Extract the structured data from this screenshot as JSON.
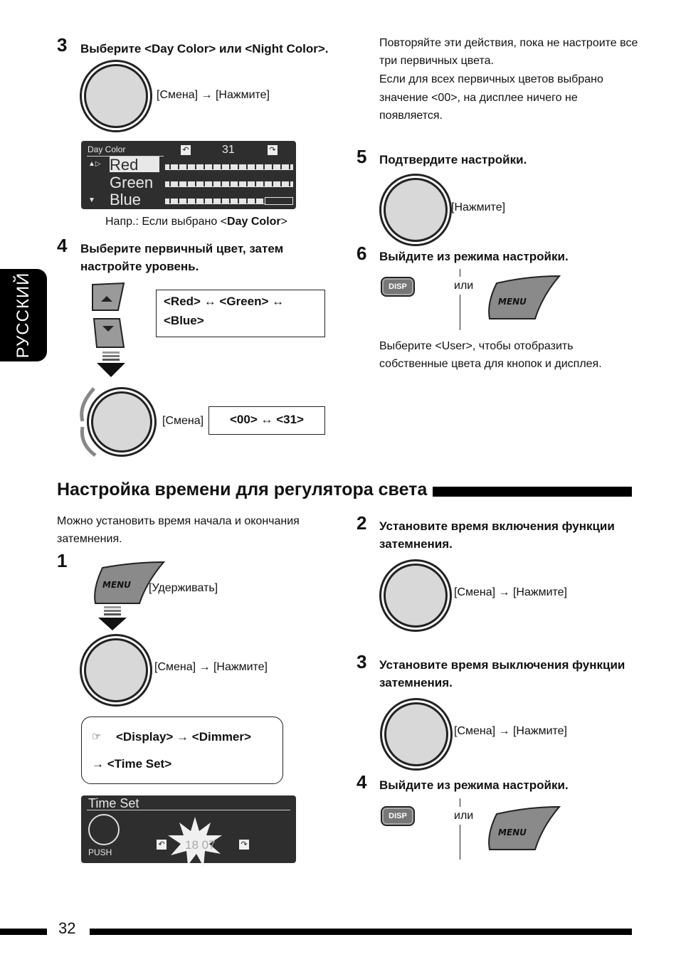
{
  "side_tab": "РУССКИЙ",
  "top_left": {
    "step3": {
      "num": "3",
      "title": "Выберите <Day Color> или <Night Color>."
    },
    "knob_label": "[Смена] → [Нажмите]",
    "lcd": {
      "mode": "Day Color",
      "value": "31",
      "rows": [
        "Red",
        "Green",
        "Blue"
      ]
    },
    "caption_prefix": "Напр.: Если выбрано <",
    "caption_bold": "Day Color",
    "caption_suffix": ">",
    "step4": {
      "num": "4",
      "title_line1": "Выберите первичный цвет, затем",
      "title_line2": "настройте уровень."
    },
    "color_cycle_line1": "<Red> ↔ <Green> ↔",
    "color_cycle_line2": "<Blue>",
    "knob2_label": "[Смена]",
    "level_range": "<00> ↔ <31>"
  },
  "top_right": {
    "para_lines": [
      "Повторяйте эти действия, пока не настроите все",
      "три первичных цвета.",
      "Если для всех первичных цветов выбрано",
      "значение <00>, на дисплее ничего не",
      "появляется."
    ],
    "step5": {
      "num": "5",
      "title": "Подтвердите настройки."
    },
    "knob_label": "[Нажмите]",
    "step6": {
      "num": "6",
      "title": "Выйдите из режима настройки."
    },
    "disp": "DISP",
    "or": "или",
    "menu": "MENU",
    "note_lines": [
      "Выберите <User>, чтобы отобразить",
      "собственные цвета для кнопок и дисплея."
    ]
  },
  "section": {
    "title": "Настройка времени для регулятора света",
    "intro_lines": [
      "Можно установить время начала и окончания",
      "затемнения."
    ],
    "step1": {
      "num": "1",
      "hold": "[Удерживать]",
      "knob_label": "[Смена] → [Нажмите]"
    },
    "menu_path_line1": "<Display> → <Dimmer>",
    "menu_path_line2": "→ <Time Set>",
    "lcd": {
      "title": "Time Set",
      "push": "PUSH",
      "time": "18 07"
    },
    "step2": {
      "num": "2",
      "title_line1": "Установите время включения функции",
      "title_line2": "затемнения.",
      "knob_label": "[Смена] → [Нажмите]"
    },
    "step3": {
      "num": "3",
      "title_line1": "Установите время выключения функции",
      "title_line2": "затемнения.",
      "knob_label": "[Смена] → [Нажмите]"
    },
    "step4": {
      "num": "4",
      "title": "Выйдите из режима настройки."
    }
  },
  "footer": {
    "page": "32"
  }
}
